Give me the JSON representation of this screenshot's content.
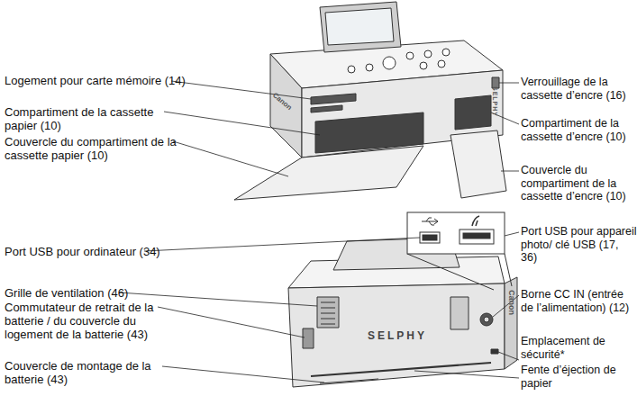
{
  "diagram": {
    "labels": [
      "Logement pour carte mémoire (14)",
      "Compartiment de la cassette papier (10)",
      "Couvercle du compartiment de la cassette papier (10)",
      "Verrouillage de la cassette d’encre (16)",
      "Compartiment de la cassette d’encre (10)",
      "Couvercle du compartiment de la cassette d’encre (10)",
      "Port USB pour ordinateur (34)",
      "Grille de ventilation (46)",
      "Commutateur de retrait de la batterie / du couvercle du logement de la batterie (43)",
      "Couvercle de montage de la batterie (43)",
      "Port USB pour appareil photo/ clé USB (17, 36)",
      "Borne CC IN (entrée de l’alimentation) (12)",
      "Emplacement de sécurité*",
      "Fente d’éjection de papier",
      "Canon",
      "SELPHY",
      "Canon",
      "SELPHY"
    ]
  }
}
